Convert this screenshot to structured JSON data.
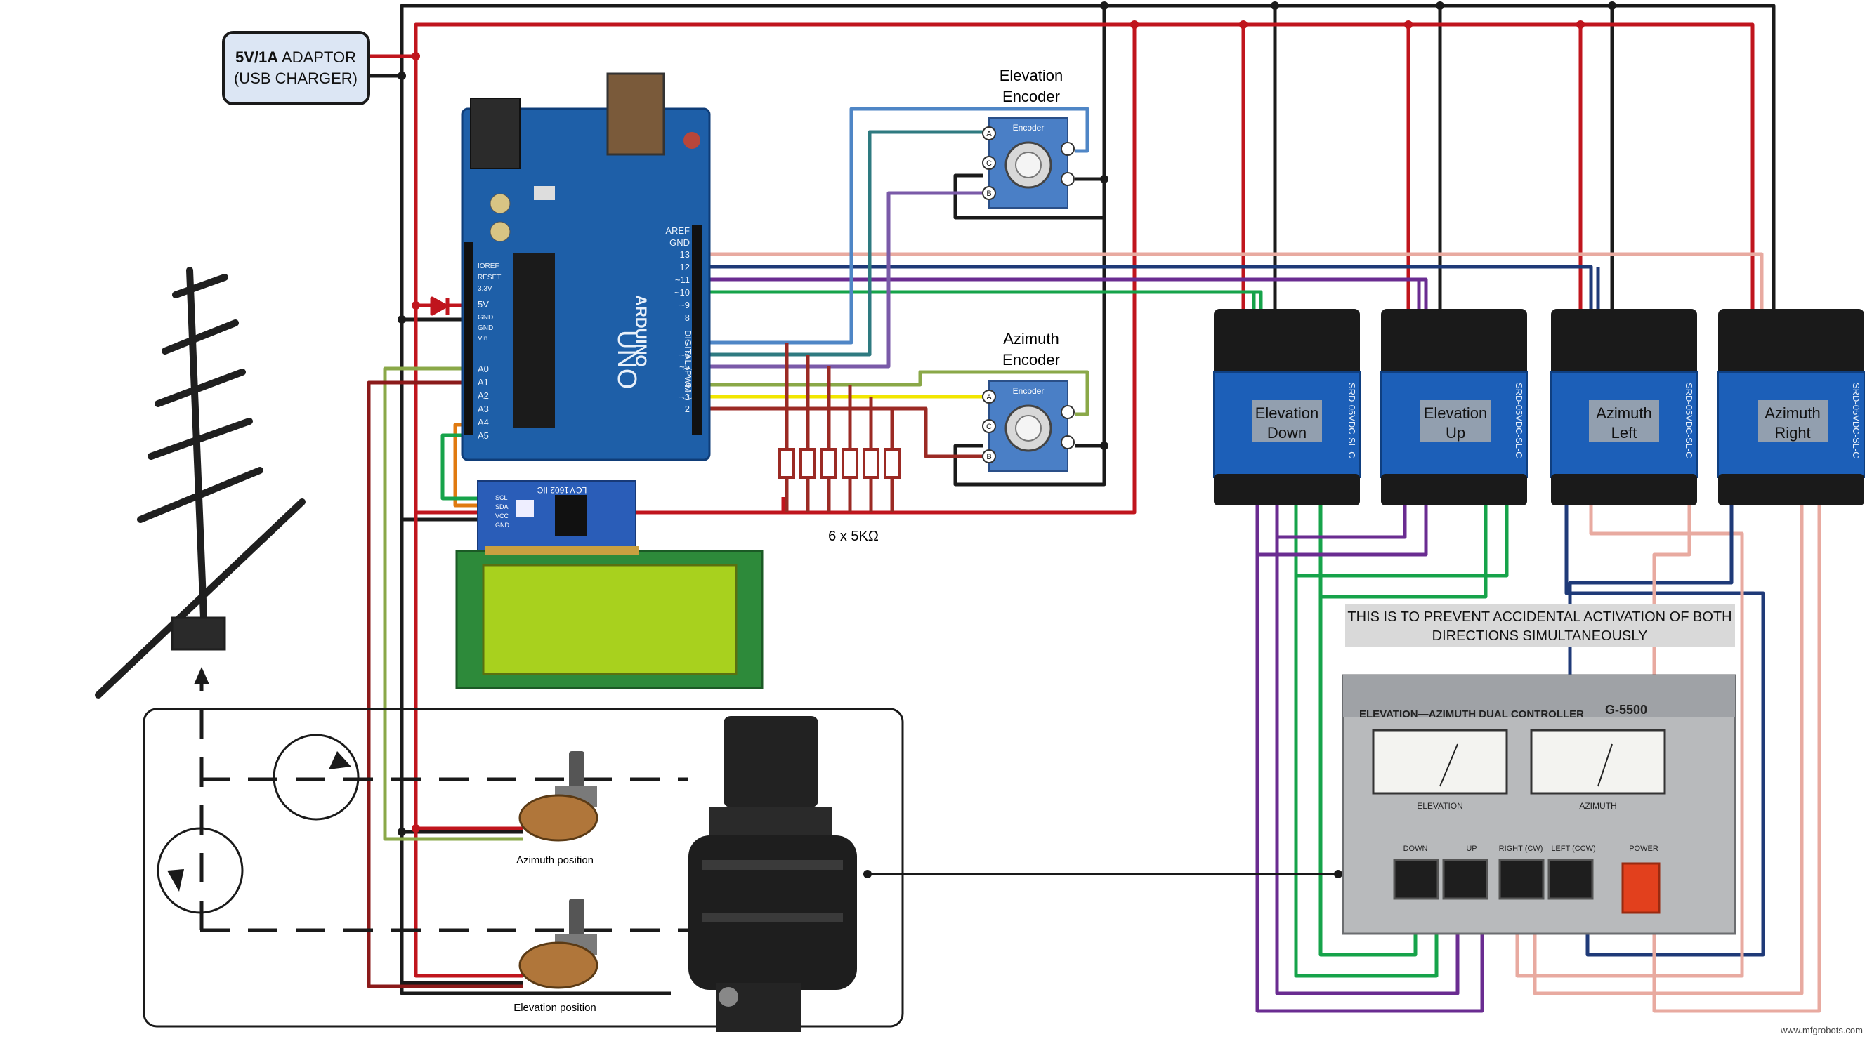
{
  "adaptor": {
    "title_bold": "5V/1A",
    "title_rest": " ADAPTOR",
    "subtitle": "(USB CHARGER)"
  },
  "encoders": {
    "elevation": {
      "line1": "Elevation",
      "line2": "Encoder",
      "chip": "Encoder",
      "pins": [
        "A",
        "C",
        "B"
      ]
    },
    "azimuth": {
      "line1": "Azimuth",
      "line2": "Encoder",
      "chip": "Encoder",
      "pins": [
        "A",
        "C",
        "B"
      ]
    }
  },
  "resistors": {
    "label": "6 x 5KΩ"
  },
  "arduino": {
    "brand": "ARDUINO",
    "model": "UNO",
    "digital_label": "DIGITAL (PWM~)",
    "left_pins": [
      "IOREF",
      "RESET",
      "3.3V",
      "5V",
      "GND",
      "GND",
      "Vin",
      "A0",
      "A1",
      "A2",
      "A3",
      "A4",
      "A5"
    ],
    "right_pins": [
      "AREF",
      "GND",
      "13",
      "12",
      "~11",
      "~10",
      "~9",
      "8",
      "7",
      "~6",
      "~5",
      "4",
      "~3",
      "2"
    ]
  },
  "lcd": {
    "module": "LCM1602 IIC",
    "pins": [
      "GND",
      "VCC",
      "SDA",
      "SCL"
    ]
  },
  "relays": [
    {
      "line1": "Elevation",
      "line2": "Down"
    },
    {
      "line1": "Elevation",
      "line2": "Up"
    },
    {
      "line1": "Azimuth",
      "line2": "Left"
    },
    {
      "line1": "Azimuth",
      "line2": "Right"
    }
  ],
  "relay_chip": "SRD-05VDC-SL-C",
  "note": {
    "line1": "THIS IS TO PREVENT ACCIDENTAL ACTIVATION OF BOTH",
    "line2": "DIRECTIONS SIMULTANEOUSLY"
  },
  "controller": {
    "title": "ELEVATION—AZIMUTH DUAL CONTROLLER",
    "model": "G-5500",
    "meter_left": "ELEVATION",
    "meter_right": "AZIMUTH",
    "buttons": [
      "DOWN",
      "UP",
      "RIGHT (CW)",
      "LEFT (CCW)"
    ],
    "power": "POWER"
  },
  "pots": {
    "azimuth": "Azimuth position",
    "elevation": "Elevation position"
  },
  "watermark": "www.mfgrobots.com",
  "colors": {
    "red": "#c0151d",
    "black": "#1a1a1a",
    "green": "#16a34a",
    "purple": "#6a2c91",
    "pink": "#e8aaa0",
    "navy": "#1f3a78",
    "blue": "#4f86c6",
    "teal": "#2e7a80",
    "lavender": "#7a5aa8",
    "yellow": "#f2e600",
    "olive": "#8aa848",
    "orange": "#e07a10",
    "darkred": "#8b1a1a",
    "board": "#1e5fa8",
    "relay_blue": "#1c5fb8",
    "lcd_green": "#a8d11e"
  }
}
